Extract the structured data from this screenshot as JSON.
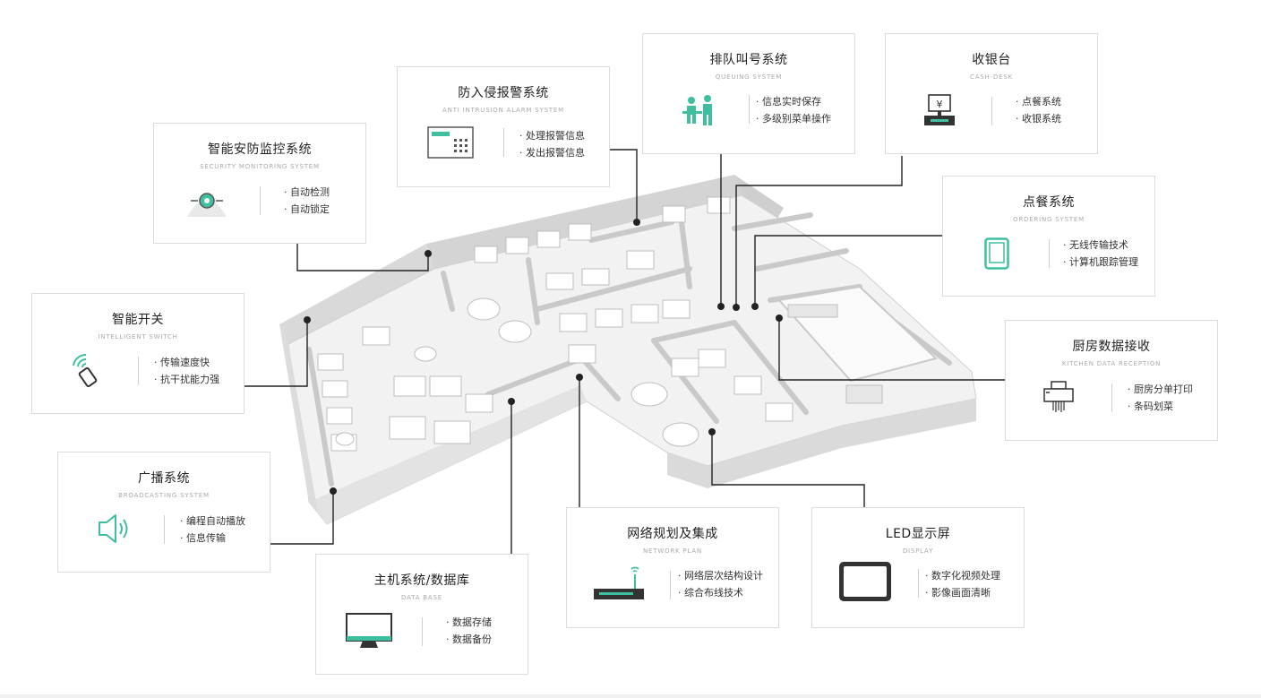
{
  "colors": {
    "accent": "#3fbfa0",
    "line": "#222222",
    "card_border": "#dcdcdc"
  },
  "cards": {
    "security": {
      "title": "智能安防监控系统",
      "subtitle": "SECURITY MONITORING SYSTEM",
      "icon": "camera-icon",
      "features": [
        "自动检测",
        "自动锁定"
      ]
    },
    "intrusion": {
      "title": "防入侵报警系统",
      "subtitle": "ANTI INTRUSION ALARM SYSTEM",
      "icon": "alarm-panel-icon",
      "features": [
        "处理报警信息",
        "发出报警信息"
      ]
    },
    "queuing": {
      "title": "排队叫号系统",
      "subtitle": "QUEUING SYSTEM",
      "icon": "queue-people-icon",
      "features": [
        "信息实时保存",
        "多级别菜单操作"
      ]
    },
    "cashdesk": {
      "title": "收银台",
      "subtitle": "CASH-DESK",
      "icon": "cash-register-icon",
      "features": [
        "点餐系统",
        "收银系统"
      ]
    },
    "ordering": {
      "title": "点餐系统",
      "subtitle": "ORDERING SYSTEM",
      "icon": "tablet-icon",
      "features": [
        "无线传输技术",
        "计算机跟踪管理"
      ]
    },
    "switch": {
      "title": "智能开关",
      "subtitle": "INTELLIGENT SWITCH",
      "icon": "wireless-switch-icon",
      "features": [
        "传输速度快",
        "抗干扰能力强"
      ]
    },
    "kitchen": {
      "title": "厨房数据接收",
      "subtitle": "KITCHEN DATA RECEPTION",
      "icon": "printer-icon",
      "features": [
        "厨房分单打印",
        "条码划菜"
      ]
    },
    "broadcast": {
      "title": "广播系统",
      "subtitle": "BROADCASTING SYSTEM",
      "icon": "speaker-icon",
      "features": [
        "编程自动播放",
        "信息传输"
      ]
    },
    "database": {
      "title": "主机系统/数据库",
      "subtitle": "DATA BASE",
      "icon": "monitor-icon",
      "features": [
        "数据存储",
        "数据备份"
      ]
    },
    "network": {
      "title": "网络规划及集成",
      "subtitle": "NETWORK PLAN",
      "icon": "router-icon",
      "features": [
        "网络层次结构设计",
        "综合布线技术"
      ]
    },
    "led": {
      "title": "LED显示屏",
      "subtitle": "DISPLAY",
      "icon": "led-screen-icon",
      "features": [
        "数字化视频处理",
        "影像画面清晰"
      ]
    }
  }
}
